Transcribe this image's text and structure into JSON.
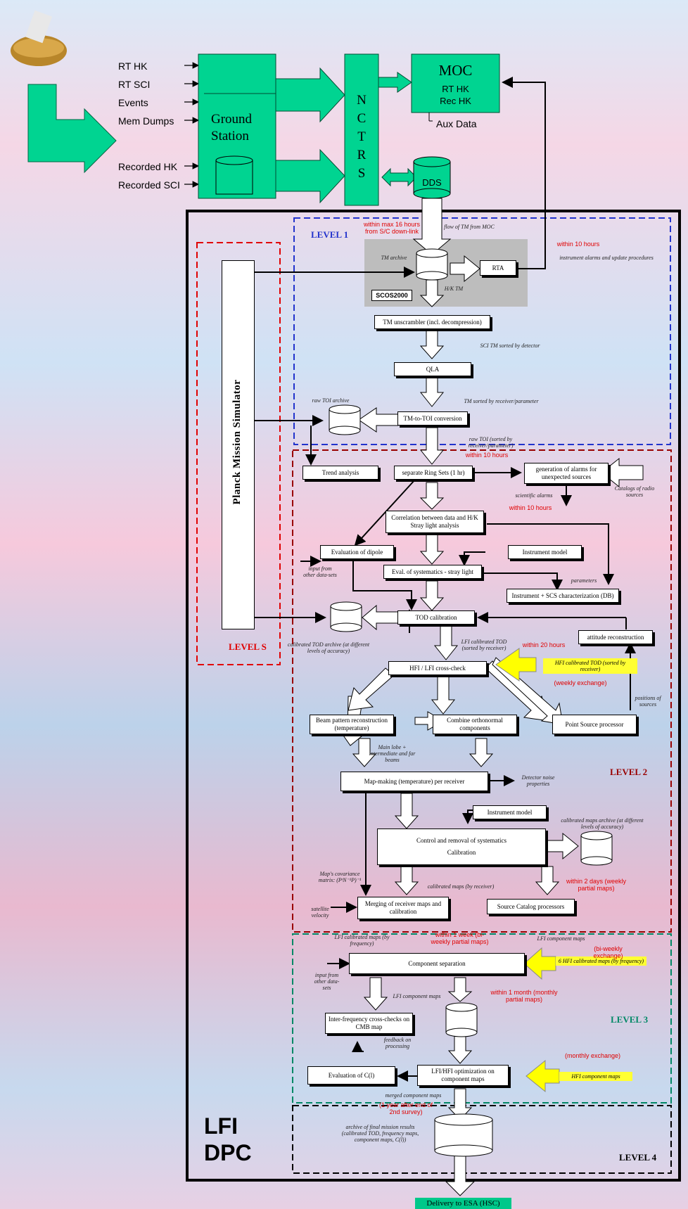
{
  "ground": {
    "inputs": [
      "RT HK",
      "RT SCI",
      "Events",
      "Mem Dumps",
      "Recorded HK",
      "Recorded SCI"
    ],
    "station": "Ground Station",
    "nctrs": [
      "N",
      "C",
      "T",
      "R",
      "S"
    ],
    "moc_title": "MOC",
    "moc_sub1": "RT HK",
    "moc_sub2": "Rec HK",
    "aux": "Aux Data",
    "dds": "DDS"
  },
  "levels": {
    "l1": "LEVEL 1",
    "ls": "LEVEL S",
    "l2": "LEVEL 2",
    "l3": "LEVEL 3",
    "l4": "LEVEL 4"
  },
  "dpc": {
    "line1": "LFI",
    "line2": "DPC"
  },
  "pms": "Planck Mission Simulator",
  "boxes": {
    "rta": "RTA",
    "scos": "SCOS2000",
    "unscr": "TM unscrambler (incl. decompression)",
    "qla": "QLA",
    "tm2toi": "TM-to-TOI conversion",
    "trend": "Trend analysis",
    "ring": "separate Ring Sets (1 hr)",
    "alarms": "generation of alarms for unexpected sources",
    "corr": "Correlation between data and H/K Stray light analysis",
    "dipole": "Evaluation of dipole",
    "instr1": "Instrument model",
    "evalsys": "Eval. of systematics - stray light",
    "scs": "Instrument + SCS characterization (DB)",
    "todcal": "TOD calibration",
    "att": "attitude reconstruction",
    "cross": "HFI / LFI cross-check",
    "beam": "Beam pattern reconstruction (temperature)",
    "combine": "Combine orthonormal components",
    "pointsrc": "Point Source processor",
    "mapmaking": "Map-making (temperature) per receiver",
    "instr2": "Instrument model",
    "control": "Control and removal of systematics",
    "calib": "Calibration",
    "merge": "Merging of receiver maps and calibration",
    "srccat": "Source Catalog processors",
    "compsep": "Component separation",
    "interfreq": "Inter-frequency cross-checks on CMB map",
    "optim": "LFI/HFI optimization on component maps",
    "evalcl": "Evaluation of C(l)",
    "delivery": "Delivery to ESA (HSC)"
  },
  "notes": {
    "flowtm": "flow of TM from MOC",
    "tmarch": "TM archive",
    "hktm": "H/K TM",
    "scitm": "SCI TM sorted by detector",
    "tmsorted": "TM sorted by receiver/parameter",
    "rawtoiarch": "raw TOI archive",
    "rawtoi": "raw TOI (sorted by receiver/parameter)",
    "alarmsproc": "instrument alarms and update procedures",
    "catalogs": "Catalogs of radio sources",
    "scialarms": "scientific alarms",
    "inputother": "input from other data-sets",
    "params": "parameters",
    "caltodarch": "calibrated TOD archive (at different levels of accuracy)",
    "lficaltod": "LFI calibrated TOD (sorted by receiver)",
    "positions": "positions of sources",
    "mainlobe": "Main lobe + intermediate and far beams",
    "detnoise": "Detector noise properties",
    "calmaparch": "calibrated maps archive (at different levels of accuracy)",
    "covar": "Map's covariance matrix: (PᵗN⁻¹P)⁻¹",
    "satvel": "satellite velocity",
    "calmaps": "calibrated maps (by receiver)",
    "lficalmaps": "LFI calibrated maps (by frequency)",
    "lficomp1": "LFI component maps",
    "inputother2": "input from other data-sets",
    "lficomp2": "LFI component maps",
    "feedback": "feedback on processing",
    "merged": "merged component maps",
    "archfinal": "archive of final mission results (calibrated TOD, frequency maps, component maps, C(l))"
  },
  "yellow": {
    "hficaltod": "HFI calibrated TOD (sorted by receiver)",
    "hficalmaps": "6 HFI calibrated maps (by frequency)",
    "hficomp": "HFI component maps"
  },
  "red": {
    "max16": "within max 16 hours from S/C down-link",
    "ten1": "within 10 hours",
    "ten2": "within 10 hours",
    "ten3": "within 10 hours",
    "twenty": "within 20 hours",
    "weekly": "(weekly exchange)",
    "twodays": "within 2 days (weekly partial maps)",
    "oneweek": "within 1 week (bi-weekly partial maps)",
    "biweekly": "(bi-weekly exchange)",
    "onemonth": "within 1 month (monthly partial maps)",
    "monthly": "(monthly exchange)",
    "oneyear": "(1 year after end of 2nd survey)"
  },
  "colors": {
    "green": "#00d491",
    "level1": "#2233cc",
    "levelS": "#e00000",
    "level2": "#990000",
    "level3": "#008866",
    "level4": "#000000",
    "yellow": "#ffff00"
  }
}
